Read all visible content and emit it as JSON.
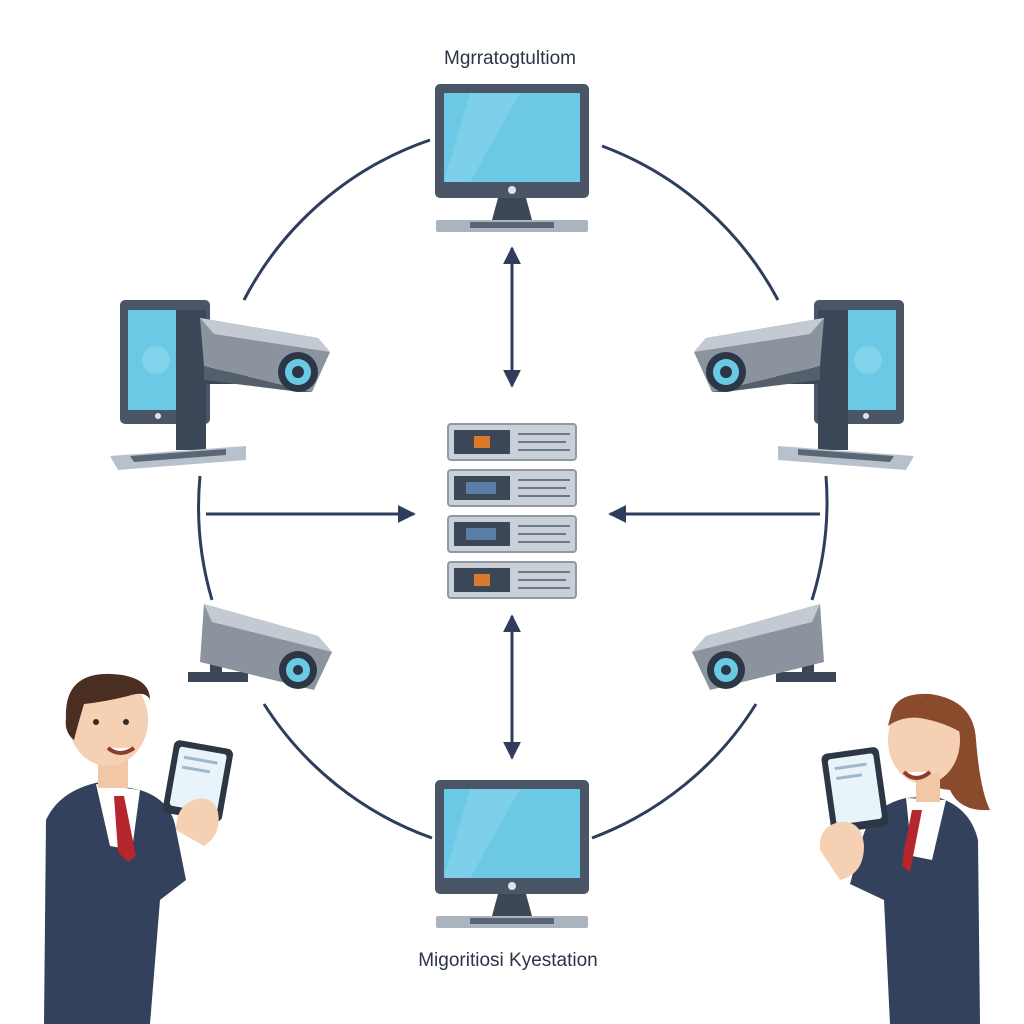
{
  "labels": {
    "top": "Mgrratogtultiom",
    "bottom": "Migoritiosi Kyestation"
  },
  "nodes": [
    {
      "id": "top-monitor",
      "kind": "monitor-icon"
    },
    {
      "id": "bottom-monitor",
      "kind": "monitor-icon"
    },
    {
      "id": "left-camera-workstation",
      "kind": "camera-workstation-icon"
    },
    {
      "id": "right-camera-workstation",
      "kind": "camera-workstation-icon"
    },
    {
      "id": "left-camera",
      "kind": "cctv-camera-icon"
    },
    {
      "id": "right-camera",
      "kind": "cctv-camera-icon"
    },
    {
      "id": "central-server",
      "kind": "server-rack-icon"
    },
    {
      "id": "left-person",
      "kind": "businessman-with-tablet-icon"
    },
    {
      "id": "right-person",
      "kind": "businesswoman-with-tablet-icon"
    }
  ],
  "colors": {
    "line": "#2e3d5c",
    "screen": "#6cc9e6",
    "bezel": "#4a5667",
    "suit": "#33415c",
    "tie": "#b5262f"
  }
}
